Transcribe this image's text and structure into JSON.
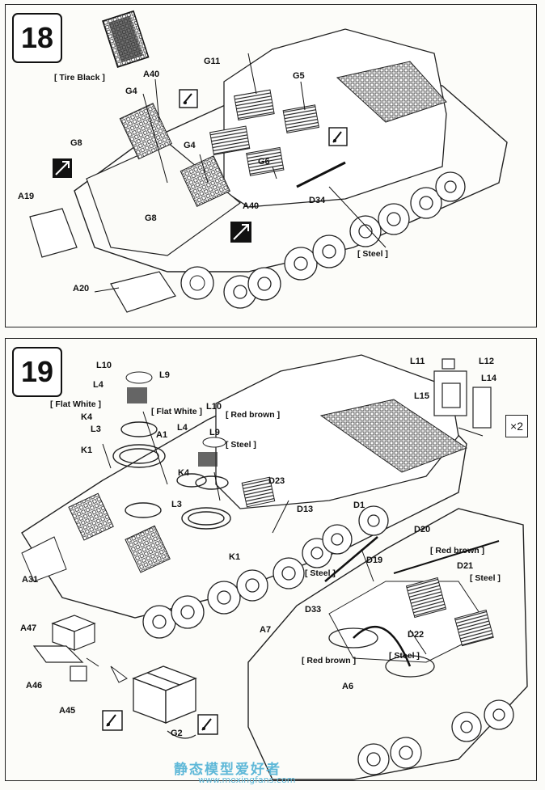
{
  "step18": {
    "number": "18",
    "labels": {
      "a40_top": "A40",
      "g4_top": "G4",
      "g8_left": "G8",
      "g4_mid": "G4",
      "g8_mid": "G8",
      "a19": "A19",
      "a20": "A20",
      "a40_mid": "A40",
      "g11": "G11",
      "g5": "G5",
      "g6": "G6",
      "d34": "D34"
    },
    "notes": {
      "tire_black": "[ Tire Black ]",
      "steel": "[ Steel ]"
    },
    "icons": [
      "glue-icon",
      "cement-icon",
      "paint-swap-icon"
    ]
  },
  "step19": {
    "number": "19",
    "labels": {
      "l10": "L10",
      "l9": "L9",
      "l4": "L4",
      "k4": "K4",
      "l3": "L3",
      "k1": "K1",
      "a1": "A1",
      "l10b": "L10",
      "l4b": "L4",
      "l9b": "L9",
      "k4b": "K4",
      "l3b": "L3",
      "k1b": "K1",
      "d23": "D23",
      "d13": "D13",
      "d1": "D1",
      "d19": "D19",
      "d20": "D20",
      "d21": "D21",
      "a31": "A31",
      "a47": "A47",
      "a46": "A46",
      "a45": "A45",
      "a7": "A7",
      "d33": "D33",
      "d22": "D22",
      "a6": "A6",
      "g2": "G2",
      "l11": "L11",
      "l12": "L12",
      "l14": "L14",
      "l15": "L15"
    },
    "notes": {
      "flat_white_1": "[ Flat White ]",
      "flat_white_2": "[ Flat White ]",
      "red_brown_1": "[ Red brown ]",
      "steel_1": "[ Steel ]",
      "steel_2": "[ Steel ]",
      "red_brown_2": "[ Red brown ]",
      "steel_3": "[ Steel ]",
      "steel_4": "[ Steel ]",
      "red_brown_3": "[ Red brown ]"
    },
    "multiplier": "×2"
  },
  "watermark": {
    "cn": "静态模型爱好者",
    "url": "www.moxingfans.com"
  }
}
